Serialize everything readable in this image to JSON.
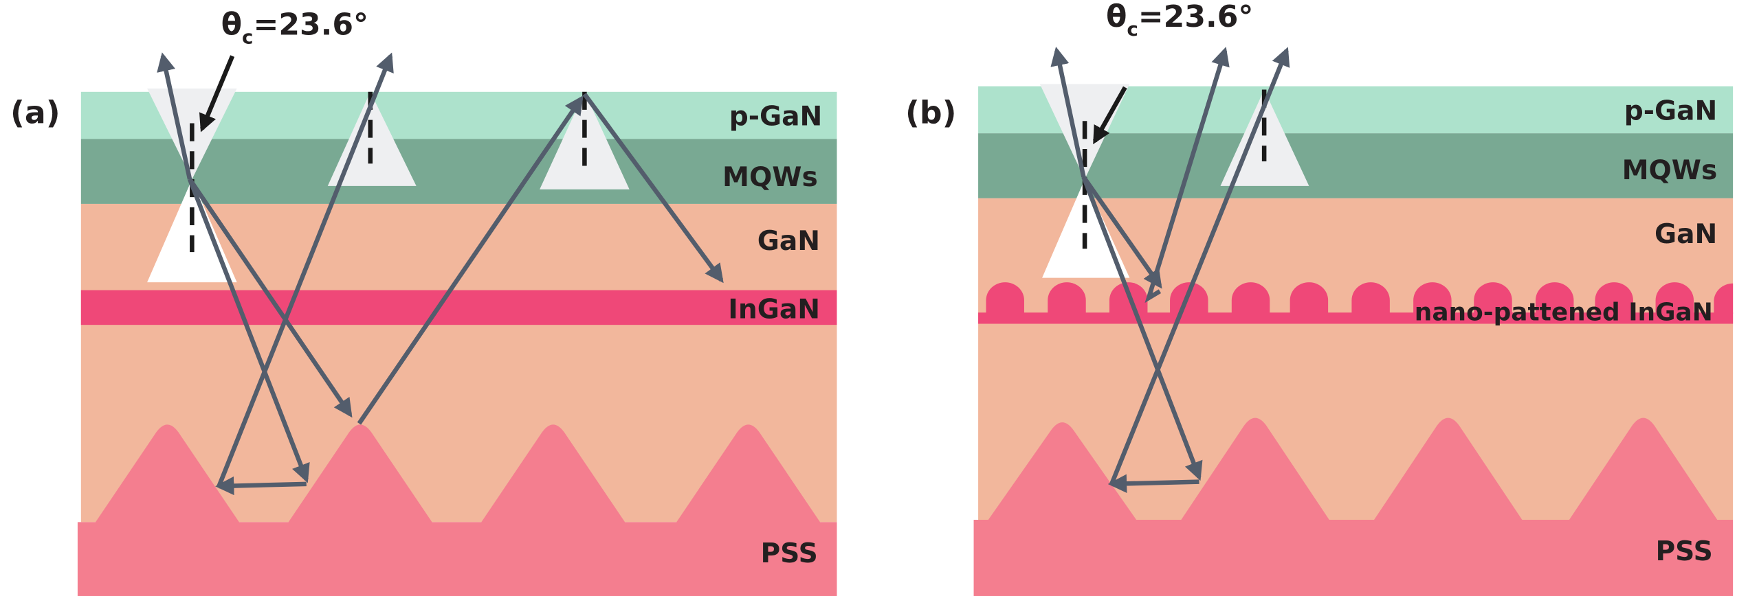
{
  "figure": {
    "panels": [
      {
        "id": "a",
        "label": "(a)",
        "critical_angle_label": "θ",
        "critical_angle_sub": "c",
        "critical_angle_value": "=23.6°",
        "layers": [
          {
            "name": "p-GaN",
            "color": "#ade2cc"
          },
          {
            "name": "MQWs",
            "color": "#79a993"
          },
          {
            "name": "GaN",
            "color": "#f2b79c"
          },
          {
            "name": "InGaN",
            "color": "#ef4878"
          },
          {
            "name": "PSS",
            "color": "#f47e8f"
          }
        ]
      },
      {
        "id": "b",
        "label": "(b)",
        "critical_angle_label": "θ",
        "critical_angle_sub": "c",
        "critical_angle_value": "=23.6°",
        "layers": [
          {
            "name": "p-GaN",
            "color": "#ade2cc"
          },
          {
            "name": "MQWs",
            "color": "#79a993"
          },
          {
            "name": "GaN",
            "color": "#f2b79c"
          },
          {
            "name": "nano-pattened InGaN",
            "color": "#ef4878"
          },
          {
            "name": "PSS",
            "color": "#f47e8f"
          }
        ]
      }
    ],
    "colors": {
      "ray": "#535d6c",
      "cone": "#eeeff1",
      "cone_lower": "#ffffff",
      "text": "#231f20"
    }
  }
}
